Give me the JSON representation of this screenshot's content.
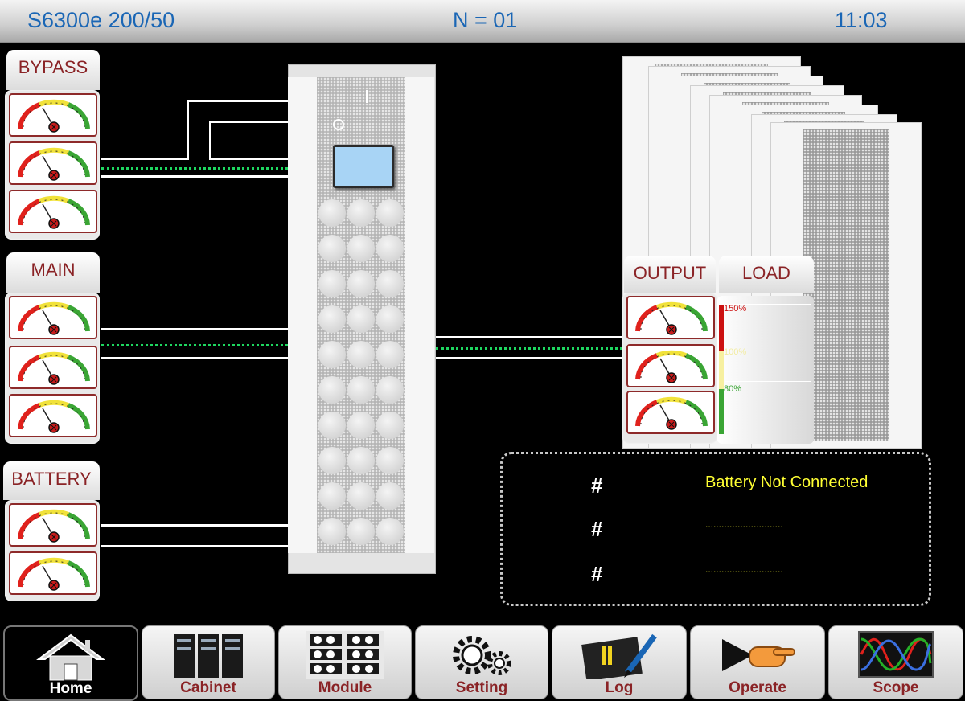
{
  "header": {
    "model": "S6300e 200/50",
    "count": "N = 01",
    "time": "11:03"
  },
  "sections": {
    "bypass": "BYPASS",
    "main": "MAIN",
    "battery": "BATTERY",
    "output": "OUTPUT",
    "load": "LOAD"
  },
  "load_levels": {
    "high": "150%",
    "mid": "100%",
    "low": "80%"
  },
  "status": {
    "messages": [
      {
        "mark": "#",
        "text": "Battery Not Connected"
      },
      {
        "mark": "#",
        "text": "............................."
      },
      {
        "mark": "#",
        "text": "............................."
      }
    ]
  },
  "nav": [
    {
      "id": "home",
      "label": "Home",
      "icon": "home-icon"
    },
    {
      "id": "cabinet",
      "label": "Cabinet",
      "icon": "cabinet-icon"
    },
    {
      "id": "module",
      "label": "Module",
      "icon": "module-icon"
    },
    {
      "id": "setting",
      "label": "Setting",
      "icon": "gears-icon"
    },
    {
      "id": "log",
      "label": "Log",
      "icon": "log-pen-icon"
    },
    {
      "id": "operate",
      "label": "Operate",
      "icon": "pointing-hand-icon"
    },
    {
      "id": "scope",
      "label": "Scope",
      "icon": "waveform-icon"
    }
  ],
  "colors": {
    "title": "#1a66b5",
    "label": "#8a2326",
    "status_text": "#ffff33",
    "signal": "#1ed760"
  }
}
